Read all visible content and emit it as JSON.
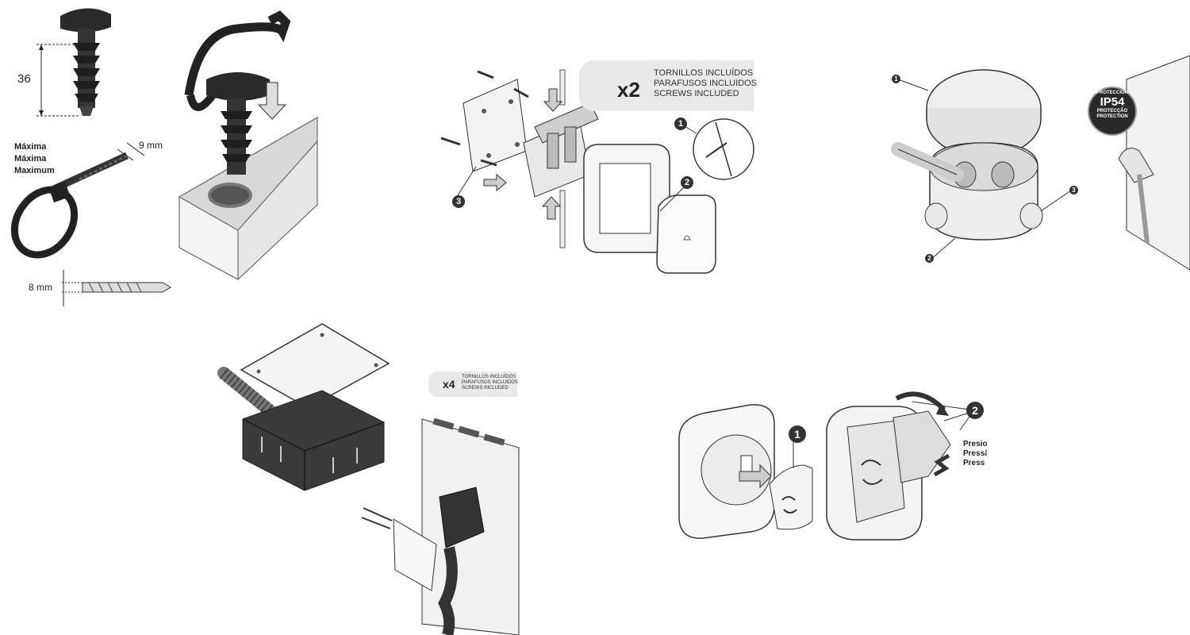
{
  "panel_tie": {
    "dimension_length": "36",
    "max_labels": [
      "Máxima",
      "Máxima",
      "Maximum"
    ],
    "dimension_width": "9 mm",
    "drill_size": "8 mm"
  },
  "panel_switch": {
    "screw_count": "x2",
    "screws_text": [
      "TORNILLOS INCLUÍDOS",
      "PARAFUSOS INCLUIDOS",
      "SCREWS INCLUDED"
    ],
    "callouts": [
      "1",
      "2",
      "3"
    ]
  },
  "panel_junction": {
    "callouts": [
      "1",
      "2",
      "3"
    ],
    "ip_badge": {
      "top": "PROTECCIÓN",
      "rating": "IP54",
      "bottom1": "PROTECÇÃO",
      "bottom2": "PROTECTION"
    }
  },
  "panel_flush_box": {
    "screw_count": "x4",
    "screws_text": [
      "TORNILLOS INCLUÍDOS",
      "PARAFUSOS INCLUIDOS",
      "SCREWS INCLUDED"
    ]
  },
  "panel_socket": {
    "callouts": [
      "1",
      "2"
    ],
    "press_labels": [
      "Presio",
      "Pressã",
      "Press"
    ]
  }
}
